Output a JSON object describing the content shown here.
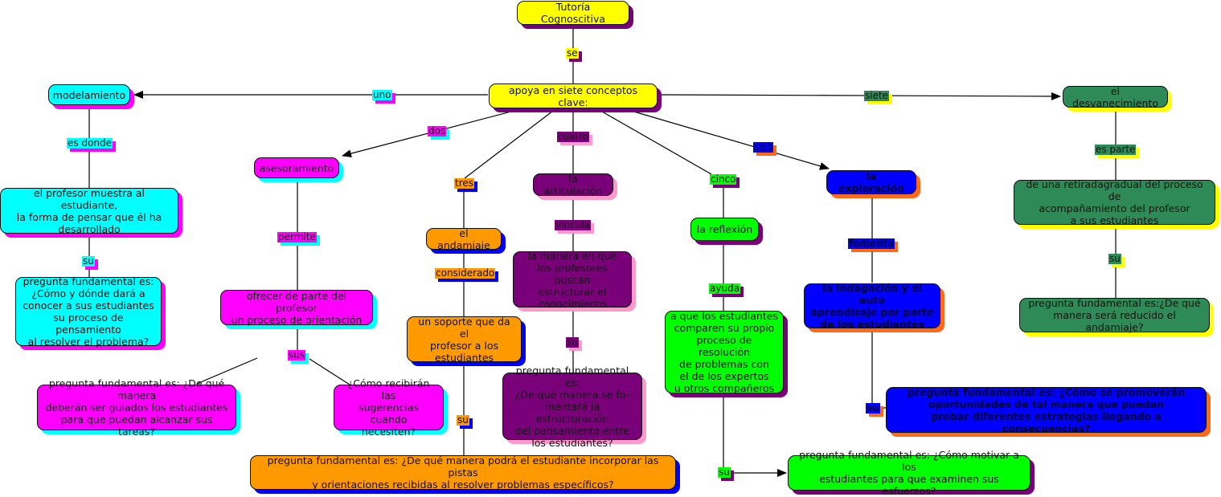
{
  "title": "Tutoría Cognoscitiva",
  "nodes": {
    "root": "Tutoría Cognoscitiva",
    "hub": "apoya en siete conceptos clave:",
    "modelamiento": "modelamiento",
    "modelamiento_def": "el profesor muestra al estudiante,\nla forma de pensar que él ha\ndesarrollado",
    "modelamiento_q": "pregunta fundamental es:\n¿Cómo y dónde dará a\nconocer a sus estudiantes\nsu proceso de pensamiento\nal resolver el problema?",
    "asesoramiento": "asesoramiento",
    "asesoramiento_def": "ofrecer de parte del profesor\nun proceso de orientación",
    "asesoramiento_q1": "pregunta fundamental es: ¿De qué manera\ndeberán ser guiados los estudiantes\npara que puedan alcanzar sus tareas?",
    "asesoramiento_q2": "¿Cómo recibirán las\nsugerencias cuando\nnecesiten?",
    "andamiaje": "el andamiaje",
    "andamiaje_def": "un soporte que da el\nprofesor a los\nestudiantes",
    "andamiaje_q": "pregunta fundamental es: ¿De qué manera podrá el estudiante incorporar las pistas\ny orientaciones recibidas al resolver problemas específicos?",
    "articulacion": "la articulación",
    "articulacion_def": "la manera en que\nlos profesores buscan\nestructurar el\nconocimiento",
    "articulacion_q": "pregunta fundamental es:\n¿De qué manera se fo-\nmentará la estructuración\ndel pensamiento entre\nlos estudiantes?",
    "reflexion": "la reflexión",
    "reflexion_def": "a que los estudiantes\ncomparen su propio\nproceso de resolución\nde problemas con\nel de los expertos\nu otros compañeros",
    "reflexion_q": "pregunta fundamental es: ¿Cómo motivar a los\nestudiantes para que examinen sus esfuerzos?",
    "exploracion": "la exploración",
    "exploracion_def": "la indagación y el auto\naprendizaje por parte\nde los estudiantes",
    "exploracion_q": "pregunta fundamental es: ¿Cómo se promoverán\noportunidades de tal manera que puedan\nprobar diferentes estrategias llegando a consecuencias?",
    "desvanecimiento": "el desvanecimiento",
    "desvanecimiento_def": "de una retiradagradual del proceso de\nacompañamiento del profesor\na sus estudiantes",
    "desvanecimiento_q": "pregunta fundamental es:¿De qué\nmanera será reducido el andamiaje?"
  },
  "links": {
    "se": "se",
    "uno": "uno",
    "dos": "dos",
    "tres": "tres",
    "cuatro": "cuatro",
    "cinco": "cinco",
    "seis": "seis",
    "siete": "siete",
    "es_donde": "es donde",
    "su_model": "su",
    "permite": "permite",
    "sus_ases": "sus",
    "considerado": "considerado",
    "su_andam": "su",
    "vincula": "vincula",
    "su_artic": "su",
    "ayuda": "ayuda",
    "su_refl": "su",
    "fomenta": "fomenta",
    "su_expl": "su",
    "es_parte": "es parte",
    "su_desv": "su"
  },
  "colors": {
    "yellow": "#ffff00",
    "cyan": "#00ffff",
    "magenta": "#ff00ff",
    "orange": "#ff9900",
    "purple": "#7a007a",
    "green": "#00ff00",
    "blue": "#0000ff",
    "teal": "#2e8b57"
  }
}
